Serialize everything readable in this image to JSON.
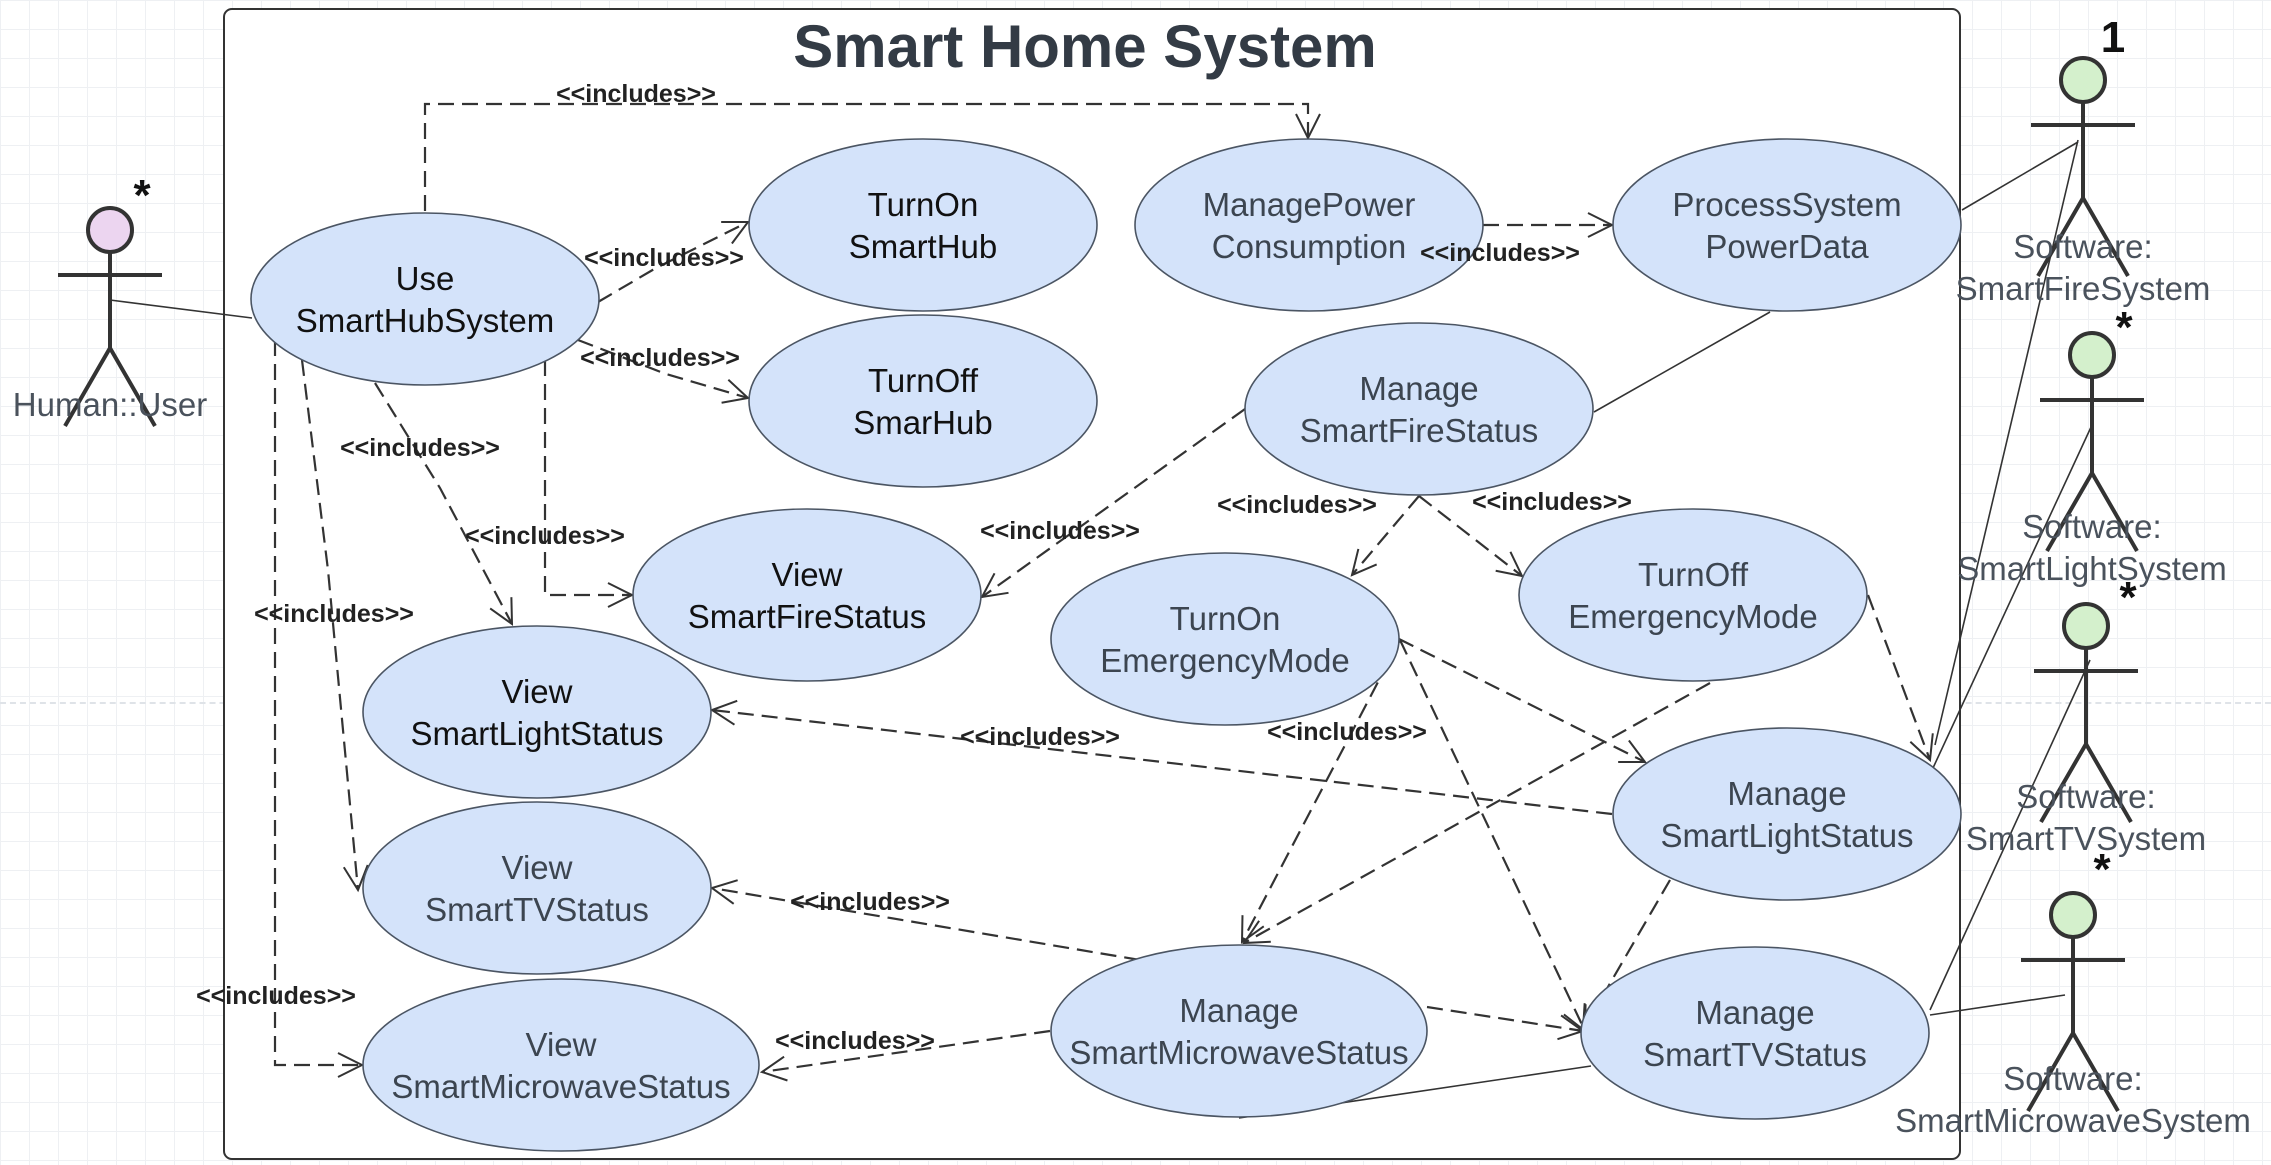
{
  "diagram": {
    "title": "Smart Home System",
    "include_label": "<<includes>>",
    "actors": [
      {
        "id": "user",
        "lines": [
          "Human::User"
        ],
        "multiplicity": "*",
        "color": "#ecd5f0"
      },
      {
        "id": "fire",
        "lines": [
          "Software:",
          "SmartFireSystem"
        ],
        "multiplicity": "1",
        "color": "#d4f0cc"
      },
      {
        "id": "light",
        "lines": [
          "Software:",
          "SmartLightSystem"
        ],
        "multiplicity": "*",
        "color": "#d4f0cc"
      },
      {
        "id": "tv",
        "lines": [
          "Software:",
          "SmartTVSystem"
        ],
        "multiplicity": "*",
        "color": "#d4f0cc"
      },
      {
        "id": "microwave",
        "lines": [
          "Software:",
          "SmartMicrowaveSystem"
        ],
        "multiplicity": "*",
        "color": "#d4f0cc"
      }
    ],
    "use_cases": [
      {
        "id": "use_hub",
        "lines": [
          "Use",
          "SmartHubSystem"
        ]
      },
      {
        "id": "turnon_hub",
        "lines": [
          "TurnOn",
          "SmartHub"
        ]
      },
      {
        "id": "turnoff_hub",
        "lines": [
          "TurnOff",
          "SmarHub"
        ]
      },
      {
        "id": "manage_power",
        "lines": [
          "ManagePower",
          "Consumption"
        ]
      },
      {
        "id": "process_power",
        "lines": [
          "ProcessSystem",
          "PowerData"
        ]
      },
      {
        "id": "manage_fire",
        "lines": [
          "Manage",
          "SmartFireStatus"
        ]
      },
      {
        "id": "view_fire",
        "lines": [
          "View",
          "SmartFireStatus"
        ]
      },
      {
        "id": "turnon_emerg",
        "lines": [
          "TurnOn",
          "EmergencyMode"
        ]
      },
      {
        "id": "turnoff_emerg",
        "lines": [
          "TurnOff",
          "EmergencyMode"
        ]
      },
      {
        "id": "view_light",
        "lines": [
          "View",
          "SmartLightStatus"
        ]
      },
      {
        "id": "manage_light",
        "lines": [
          "Manage",
          "SmartLightStatus"
        ]
      },
      {
        "id": "view_tv",
        "lines": [
          "View",
          "SmartTVStatus"
        ]
      },
      {
        "id": "view_micro",
        "lines": [
          "View",
          "SmartMicrowaveStatus"
        ]
      },
      {
        "id": "manage_micro",
        "lines": [
          "Manage",
          "SmartMicrowaveStatus"
        ]
      },
      {
        "id": "manage_tv",
        "lines": [
          "Manage",
          "SmartTVStatus"
        ]
      }
    ],
    "colors": {
      "use_case_fill": "#d4e3fa",
      "use_case_stroke": "#4b5563",
      "boundary_stroke": "#333333",
      "line": "#333333"
    }
  }
}
